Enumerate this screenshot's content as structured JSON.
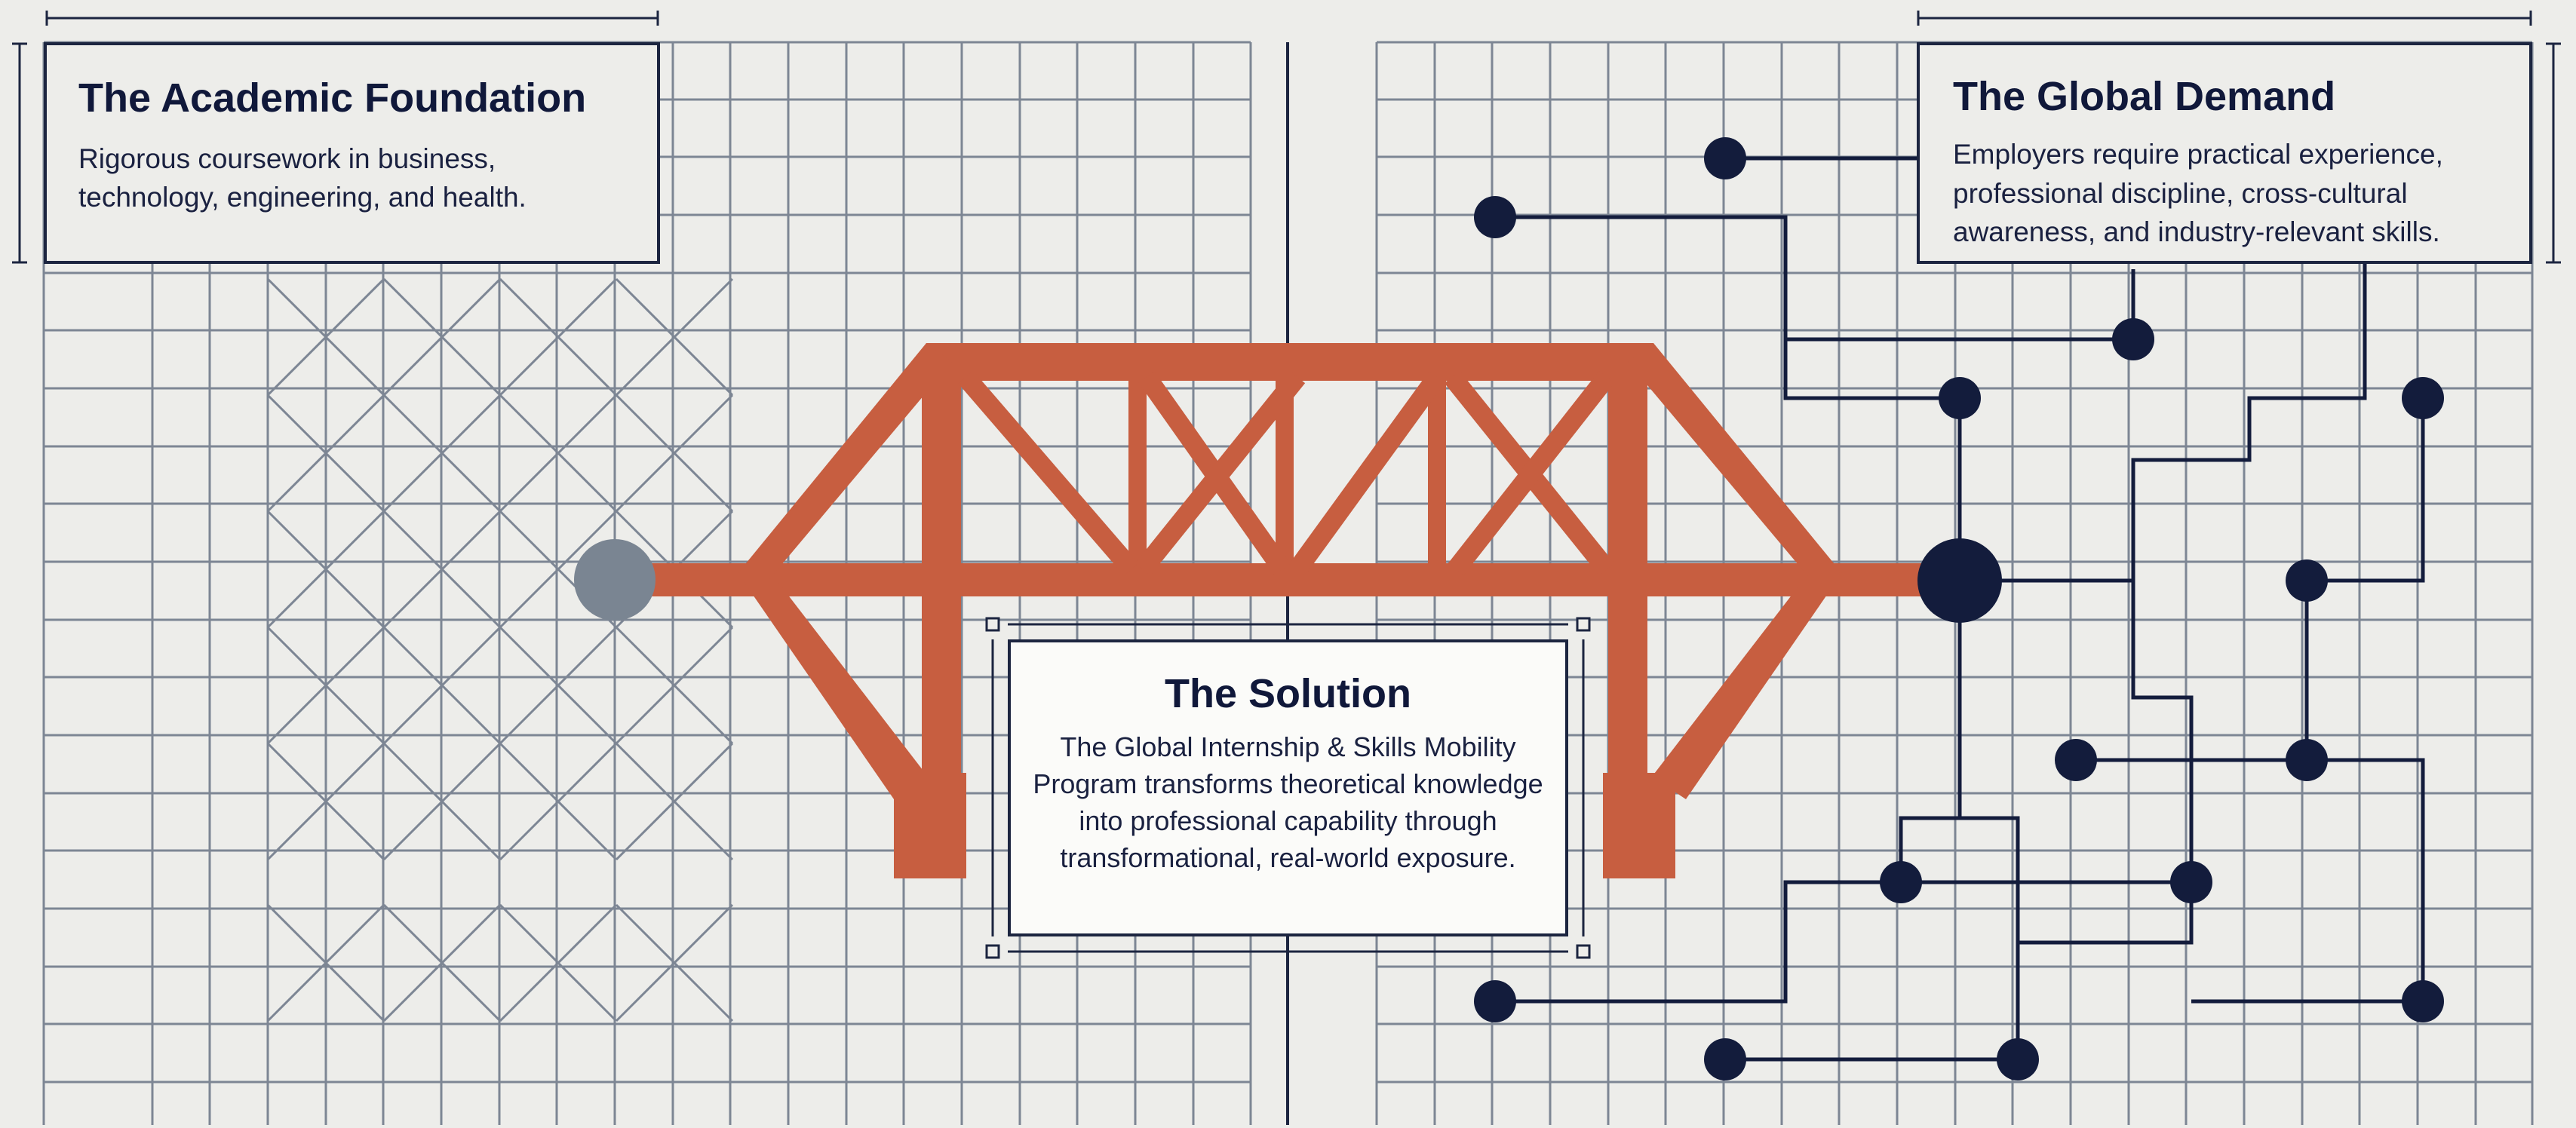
{
  "left_panel": {
    "title": "The Academic Foundation",
    "text": "Rigorous coursework in business, technology, engineering, and health."
  },
  "right_panel": {
    "title": "The Global Demand",
    "text": "Employers require practical experience, professional discipline, cross-cultural awareness, and industry-relevant skills."
  },
  "center_panel": {
    "title": "The Solution",
    "text": "The Global Internship & Skills Mobility Program transforms theoretical knowledge into professional capability through transformational, real-world exposure."
  },
  "colors": {
    "background": "#ededea",
    "grid": "#7d8694",
    "bridge": "#c75e40",
    "navy": "#131c3c",
    "start_node": "#7a8592"
  }
}
